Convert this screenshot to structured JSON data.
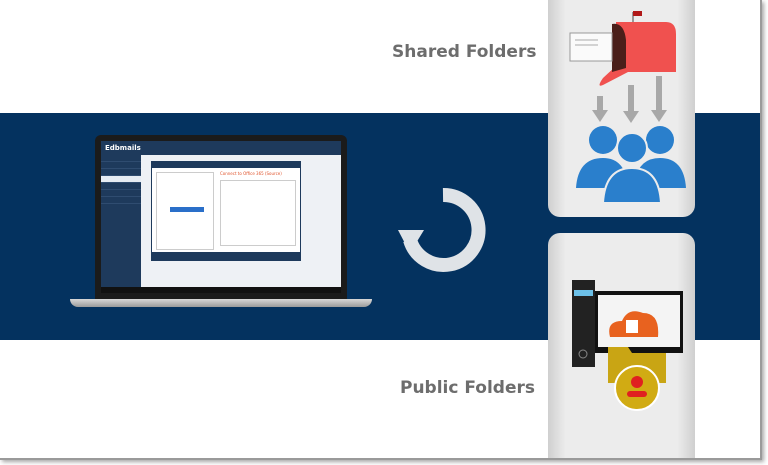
{
  "labels": {
    "shared": "Shared Folders",
    "public": "Public Folders"
  },
  "laptop_app": {
    "brand": "Edbmails",
    "dialog_title": "Connect to Office 365 (Source)"
  },
  "colors": {
    "band": "#04325f",
    "label": "#6d6d6d",
    "panel": "#ececec"
  },
  "icons": [
    "mailbox-icon",
    "users-icon",
    "sync-icon",
    "server-icon",
    "office-cloud-icon",
    "public-folder-icon"
  ]
}
